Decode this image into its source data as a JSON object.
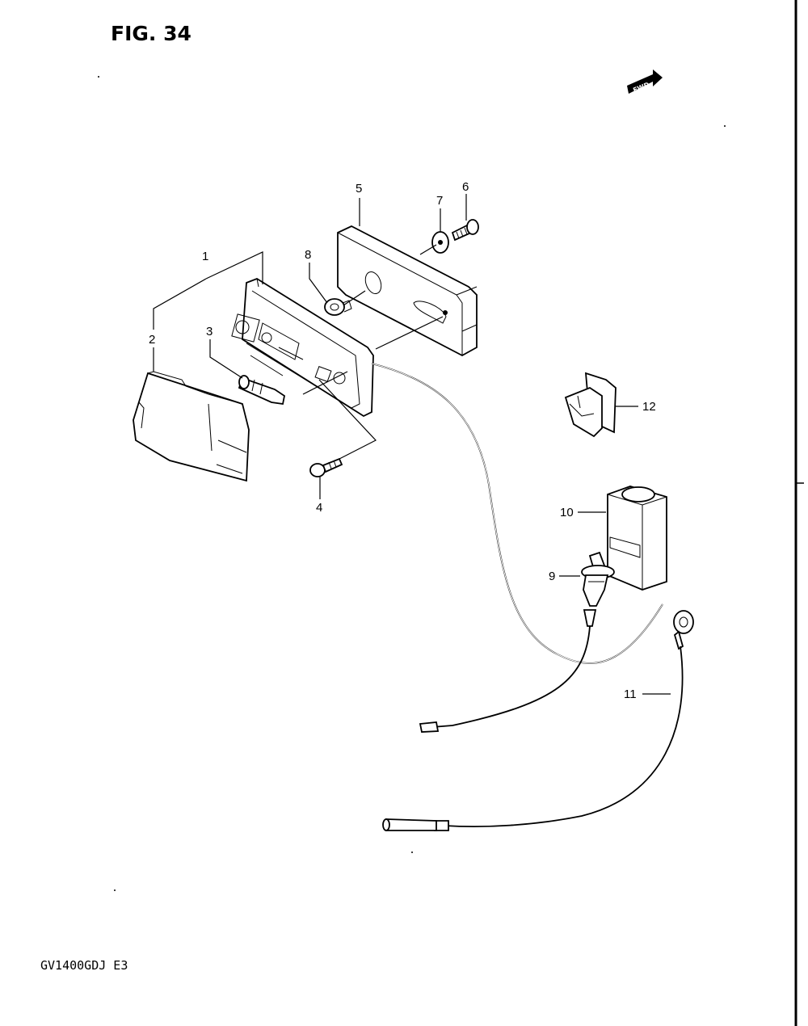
{
  "figure": {
    "title": "FIG. 34",
    "model_code": "GV1400GDJ  E3",
    "fwd_label": "FWD"
  },
  "callouts": [
    {
      "id": "1",
      "label": "1"
    },
    {
      "id": "2",
      "label": "2"
    },
    {
      "id": "3",
      "label": "3"
    },
    {
      "id": "4",
      "label": "4"
    },
    {
      "id": "5",
      "label": "5"
    },
    {
      "id": "6",
      "label": "6"
    },
    {
      "id": "7",
      "label": "7"
    },
    {
      "id": "8",
      "label": "8"
    },
    {
      "id": "9",
      "label": "9"
    },
    {
      "id": "10",
      "label": "10"
    },
    {
      "id": "11",
      "label": "11"
    },
    {
      "id": "12",
      "label": "12"
    }
  ],
  "colors": {
    "line": "#000000",
    "background": "#ffffff"
  }
}
